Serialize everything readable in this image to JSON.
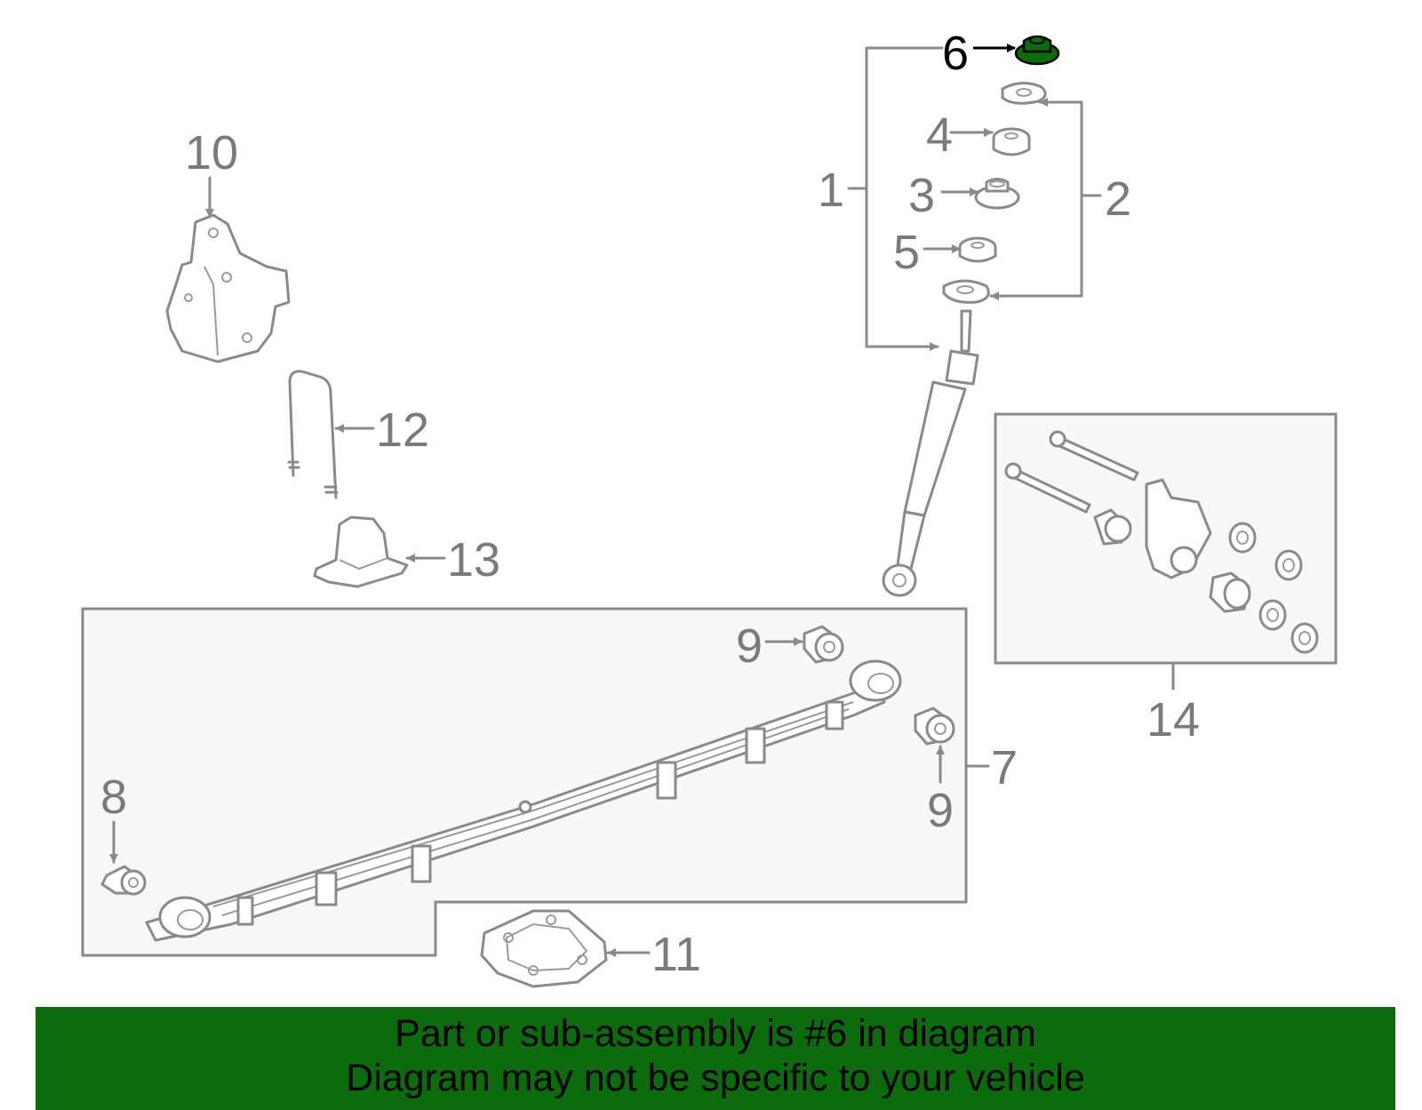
{
  "diagram": {
    "callouts": {
      "c1": "1",
      "c2": "2",
      "c3": "3",
      "c4": "4",
      "c5": "5",
      "c6": "6",
      "c7": "7",
      "c8": "8",
      "c9a": "9",
      "c9b": "9",
      "c10": "10",
      "c11": "11",
      "c12": "12",
      "c13": "13",
      "c14": "14"
    },
    "highlighted_part": "6",
    "colors": {
      "highlight": "#0c6b0c",
      "line": "#8a8a8a",
      "banner": "#0c6b0c"
    }
  },
  "banner": {
    "line1": "Part or sub-assembly is #6 in diagram",
    "line2": "Diagram may not be specific to your vehicle"
  }
}
